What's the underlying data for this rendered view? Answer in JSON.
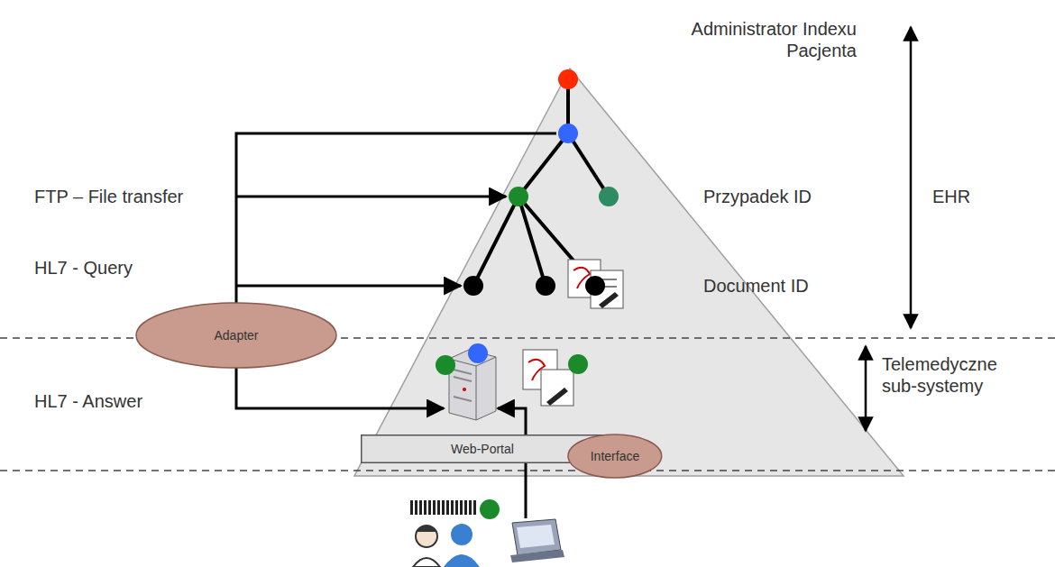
{
  "diagram": {
    "nodes": [
      {
        "text": [
          "Adapter"
        ]
      },
      {
        "text": [
          "Web-Portal"
        ]
      },
      {
        "text": [
          "Interface"
        ]
      }
    ],
    "labels": [
      "Administrator Indexu Pacjenta",
      "Przypadek ID",
      "Document ID",
      "EHR",
      "Telemedyczne sub-systemy",
      "FTP – File transfer",
      "HL7 - Query",
      "HL7 - Answer"
    ]
  }
}
